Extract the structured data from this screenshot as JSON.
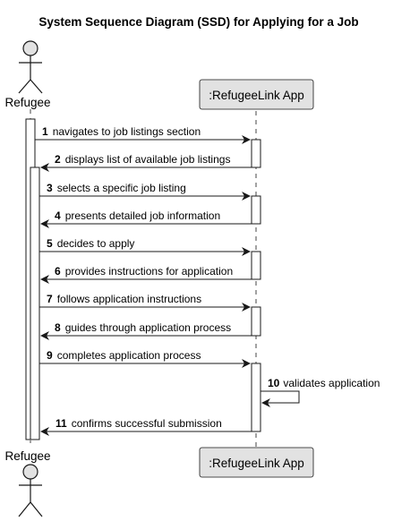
{
  "diagram": {
    "title": "System Sequence Diagram (SSD) for Applying for a Job",
    "participants": {
      "actor": "Refugee",
      "system": ":RefugeeLink App"
    },
    "messages": [
      {
        "num": "1",
        "text": "navigates to job listings section",
        "dir": "right"
      },
      {
        "num": "2",
        "text": "displays list of available job listings",
        "dir": "left"
      },
      {
        "num": "3",
        "text": "selects a specific job listing",
        "dir": "right"
      },
      {
        "num": "4",
        "text": "presents detailed job information",
        "dir": "left"
      },
      {
        "num": "5",
        "text": "decides to apply",
        "dir": "right"
      },
      {
        "num": "6",
        "text": "provides instructions for application",
        "dir": "left"
      },
      {
        "num": "7",
        "text": "follows application instructions",
        "dir": "right"
      },
      {
        "num": "8",
        "text": "guides through application process",
        "dir": "left"
      },
      {
        "num": "9",
        "text": "completes application process",
        "dir": "right"
      },
      {
        "num": "10",
        "text": "validates application",
        "dir": "self"
      },
      {
        "num": "11",
        "text": "confirms successful submission",
        "dir": "left"
      }
    ],
    "colors": {
      "box_fill": "#e2e2e2",
      "box_stroke": "#181818",
      "lifeline": "#181818",
      "activation_fill": "#ffffff"
    }
  }
}
